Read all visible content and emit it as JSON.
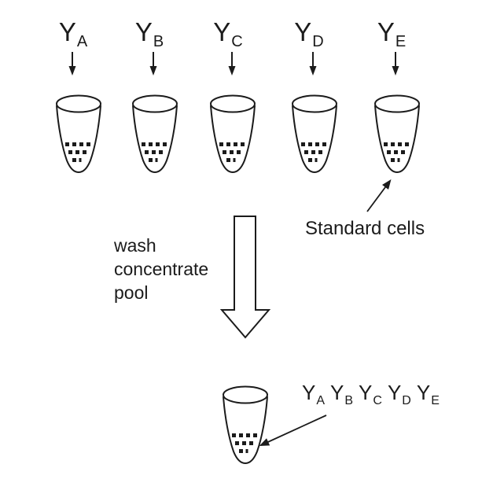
{
  "colors": {
    "ink": "#1b1b1b",
    "background": "#ffffff"
  },
  "antibody_labels": [
    {
      "symbol": "Y",
      "subscript": "A"
    },
    {
      "symbol": "Y",
      "subscript": "B"
    },
    {
      "symbol": "Y",
      "subscript": "C"
    },
    {
      "symbol": "Y",
      "subscript": "D"
    },
    {
      "symbol": "Y",
      "subscript": "E"
    }
  ],
  "standard_cells_label": "Standard cells",
  "process_steps": [
    "wash",
    "concentrate",
    "pool"
  ],
  "tube_pellet_rows": [
    4,
    3,
    2
  ]
}
